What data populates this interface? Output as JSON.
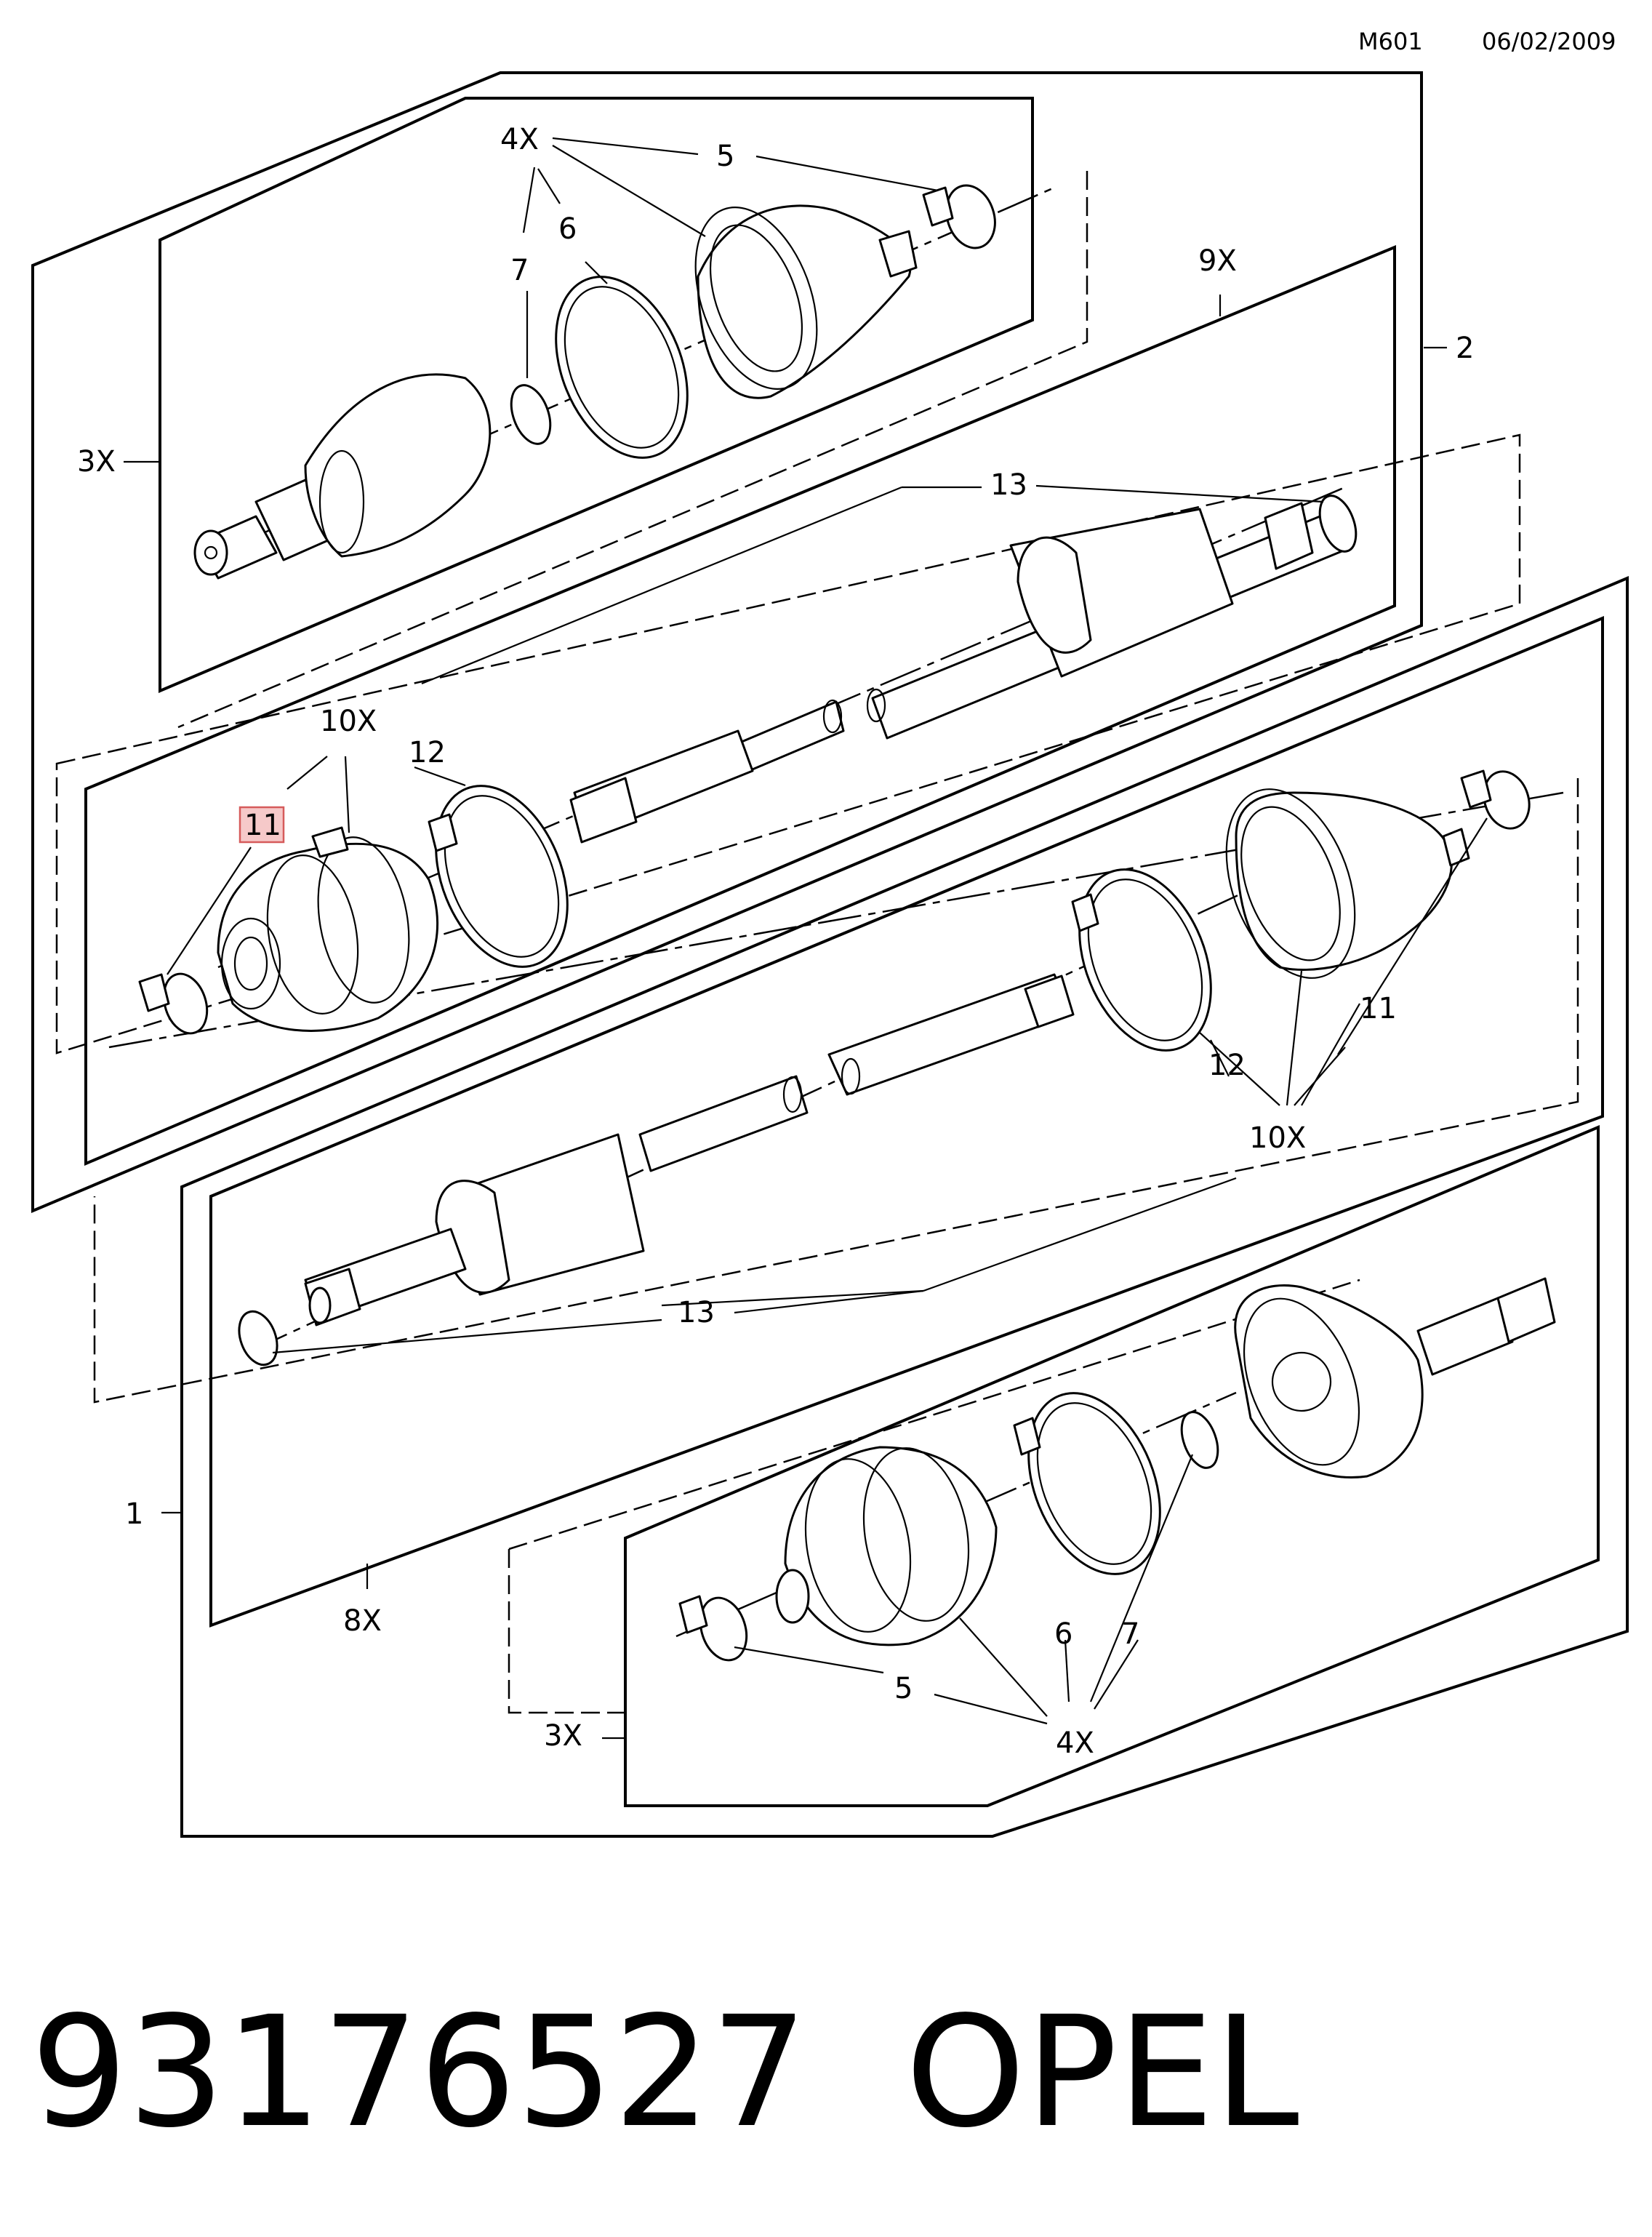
{
  "header": {
    "code": "M601",
    "date": "06/02/2009"
  },
  "callouts": {
    "c1": "1",
    "c2": "2",
    "c3x_top": "3X",
    "c3x_bottom": "3X",
    "c4x_top": "4X",
    "c4x_bottom": "4X",
    "c5_top": "5",
    "c5_bottom": "5",
    "c6_top": "6",
    "c6_bottom": "6",
    "c7_top": "7",
    "c7_bottom": "7",
    "c8x": "8X",
    "c9x": "9X",
    "c10x_upper": "10X",
    "c10x_lower": "10X",
    "c11_highlighted": "11",
    "c11_lower": "11",
    "c12_upper": "12",
    "c12_lower": "12",
    "c13_upper": "13",
    "c13_lower": "13"
  },
  "highlight_color": "#f6c9c9",
  "footer": {
    "part_number": "93176527",
    "brand": "OPEL"
  }
}
